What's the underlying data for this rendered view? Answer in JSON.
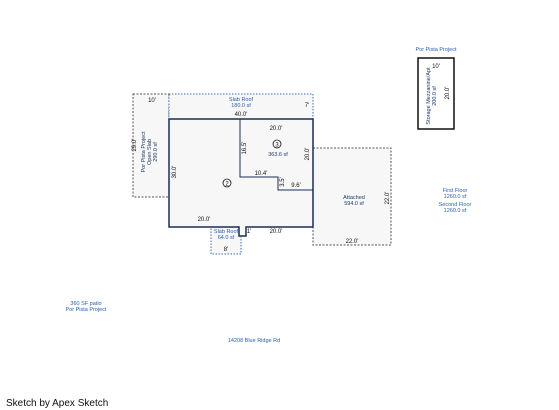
{
  "footer": "Sketch by Apex Sketch",
  "labels": {
    "slab_roof_top": "Slab Roof",
    "slab_roof_top_area": "180.0 sf",
    "por_pista_left_1": "Por Pista Project",
    "por_pista_left_2": "Open Slab",
    "por_pista_left_3": "290.0 sf",
    "por_pista_right": "Por Pista Project",
    "storage": "Storage Mezzanine/Apt",
    "storage_area": "200.0 sf",
    "room3_area": "363.6 sf",
    "room3_num": "3",
    "room2_num": "2",
    "attached": "Attached",
    "attached_area": "594.0 sf",
    "first_floor": "First Floor",
    "first_floor_area": "1260.0 sf",
    "second_floor": "Second Floor",
    "second_floor_area": "1260.0 sf",
    "slab_roof_bottom": "Slab Roof",
    "slab_roof_bottom_area": "64.0 sf",
    "patio_1": "360 SF patio",
    "patio_2": "Por Pista Project",
    "address": "14208 Blue Ridge Rd"
  },
  "dims": {
    "d10_left": "10'",
    "d7": "7'",
    "d40": "40.0'",
    "d20_top": "20.0'",
    "d16_5": "16.5'",
    "d20_right": "20.0'",
    "d30": "30.0'",
    "d10_4": "10.4'",
    "d3_5": "3.5'",
    "d9_6": "9.6'",
    "d29": "29.0'",
    "d20_bl": "20.0'",
    "d20_br": "20.0'",
    "d1": "1'",
    "d8": "8'",
    "d22_right": "22.0'",
    "d22_bottom": "22.0'",
    "d10_storage": "10'",
    "d20_storage": "20.0'"
  }
}
